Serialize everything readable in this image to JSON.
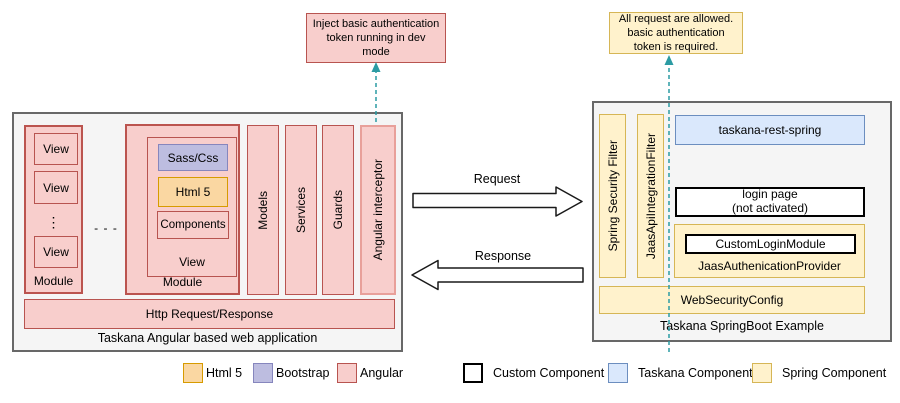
{
  "annotations": {
    "left_note": "Inject basic authentication\ntoken running in dev\nmode",
    "right_note": "All request are allowed.\nbasic authentication\ntoken is required."
  },
  "left_app": {
    "title": "Taskana Angular based web application",
    "module1": {
      "label": "Module",
      "views": [
        "View",
        "View",
        "View"
      ],
      "ellipsis_vertical": "⋮"
    },
    "between_modules": "- - -",
    "module2": {
      "label": "Module",
      "view_label": "View",
      "sass": "Sass/Css",
      "html5": "Html 5",
      "components": "Components"
    },
    "columns": {
      "models": "Models",
      "services": "Services",
      "guards": "Guards",
      "interceptor": "Angular interceptor"
    },
    "http_bar": "Http Request/Response"
  },
  "arrows": {
    "request": "Request",
    "response": "Response"
  },
  "right_app": {
    "title": "Taskana SpringBoot Example",
    "filter1": "Spring Security Filter",
    "filter2": "JaasApiIntegrationFilter",
    "rest": "taskana-rest-spring",
    "login_page": "login page\n(not activated)",
    "provider_inner": "CustomLoginModule",
    "provider_label": "JaasAuthenicationProvider",
    "web_security": "WebSecurityConfig"
  },
  "legend": [
    {
      "label": "Html 5"
    },
    {
      "label": "Bootstrap"
    },
    {
      "label": "Angular"
    },
    {
      "label": "Custom Component"
    },
    {
      "label": "Taskana Component"
    },
    {
      "label": "Spring Component"
    }
  ],
  "colors": {
    "angular_fill": "#f8cecc",
    "angular_stroke": "#b85450",
    "angular_highlight_stroke": "#e8a09a",
    "spring_fill": "#fff2cc",
    "spring_stroke": "#d6b656",
    "taskana_fill": "#dae8fc",
    "taskana_stroke": "#6c8ebf",
    "html5_fill": "#fad7a2",
    "html5_stroke": "#d79b00",
    "bootstrap_fill": "#bdbde0",
    "bootstrap_stroke": "#8686bd",
    "container_fill": "#f5f5f5",
    "container_stroke": "#686868",
    "teal_arrow": "#2b9ba3"
  }
}
